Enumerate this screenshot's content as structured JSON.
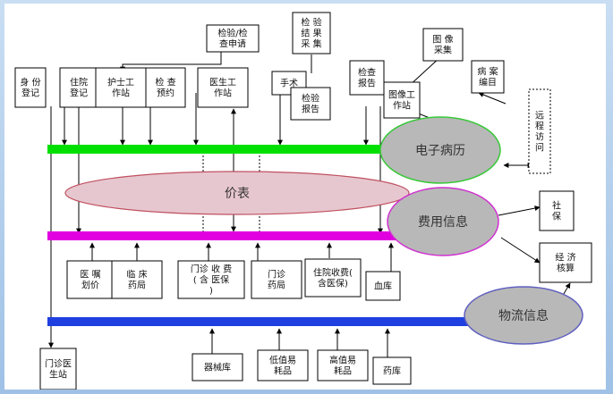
{
  "boxes": {
    "top": [
      {
        "id": "identity",
        "lines": [
          "身 份",
          "登记"
        ]
      },
      {
        "id": "inpatient_reg",
        "lines": [
          "住院",
          "登记"
        ]
      },
      {
        "id": "nurse_station",
        "lines": [
          "护士工",
          "作站"
        ]
      },
      {
        "id": "exam_booking",
        "lines": [
          "检 查",
          "预约"
        ]
      },
      {
        "id": "doctor_station",
        "lines": [
          "医生工",
          "作站"
        ]
      },
      {
        "id": "exam_request",
        "lines": [
          "检验/检",
          "查申请"
        ]
      },
      {
        "id": "lab_collection",
        "lines": [
          "检 验",
          "结 果",
          "采 集"
        ]
      },
      {
        "id": "surgery",
        "lines": [
          "手术"
        ]
      },
      {
        "id": "lab_report",
        "lines": [
          "检验",
          "报告"
        ]
      },
      {
        "id": "exam_report",
        "lines": [
          "检查",
          "报告"
        ]
      },
      {
        "id": "imaging_station",
        "lines": [
          "图像工",
          "作站"
        ]
      },
      {
        "id": "image_collection",
        "lines": [
          "图 像",
          "采集"
        ]
      },
      {
        "id": "case_catalog",
        "lines": [
          "病 案",
          "编目"
        ]
      },
      {
        "id": "remote_access",
        "lines": [
          "远",
          "程",
          "访",
          "问"
        ]
      }
    ],
    "middle": [
      {
        "id": "outpatient_pricing",
        "lines": [
          "医 嘱",
          "划价"
        ]
      },
      {
        "id": "clinical_pharmacy",
        "lines": [
          "临 床",
          "药局"
        ]
      },
      {
        "id": "outpatient_billing",
        "lines": [
          "门诊 收 费",
          "( 含 医保",
          ")"
        ]
      },
      {
        "id": "outpatient_pharmacy",
        "lines": [
          "门诊",
          "药局"
        ]
      },
      {
        "id": "inpatient_billing",
        "lines": [
          "住院收费(",
          "含医保)"
        ]
      },
      {
        "id": "blood_bank",
        "lines": [
          "血库"
        ]
      },
      {
        "id": "social_security",
        "lines": [
          "社",
          "保"
        ]
      },
      {
        "id": "economic_accounting",
        "lines": [
          "经    济",
          "核算"
        ]
      }
    ],
    "bottom": [
      {
        "id": "outpatient_doctor",
        "lines": [
          "门诊医",
          "生站"
        ]
      },
      {
        "id": "equipment_store",
        "lines": [
          "器械库"
        ]
      },
      {
        "id": "low_value_consumables",
        "lines": [
          "低值易",
          "耗品"
        ]
      },
      {
        "id": "high_value_consumables",
        "lines": [
          "高值易",
          "耗品"
        ]
      },
      {
        "id": "pharmacy_store",
        "lines": [
          "药库"
        ]
      }
    ]
  },
  "ellipses": {
    "emr": "电子病历",
    "price_list": "价表",
    "billing_info": "费用信息",
    "logistics_info": "物流信息"
  },
  "colors": {
    "bus_green": "#00e000",
    "bus_magenta": "#e000e0",
    "bus_blue": "#1f3fe0",
    "ellipse_gray": "#b8b8b8",
    "ellipse_pink": "#e7c7cf",
    "price_text": "#e02020"
  }
}
